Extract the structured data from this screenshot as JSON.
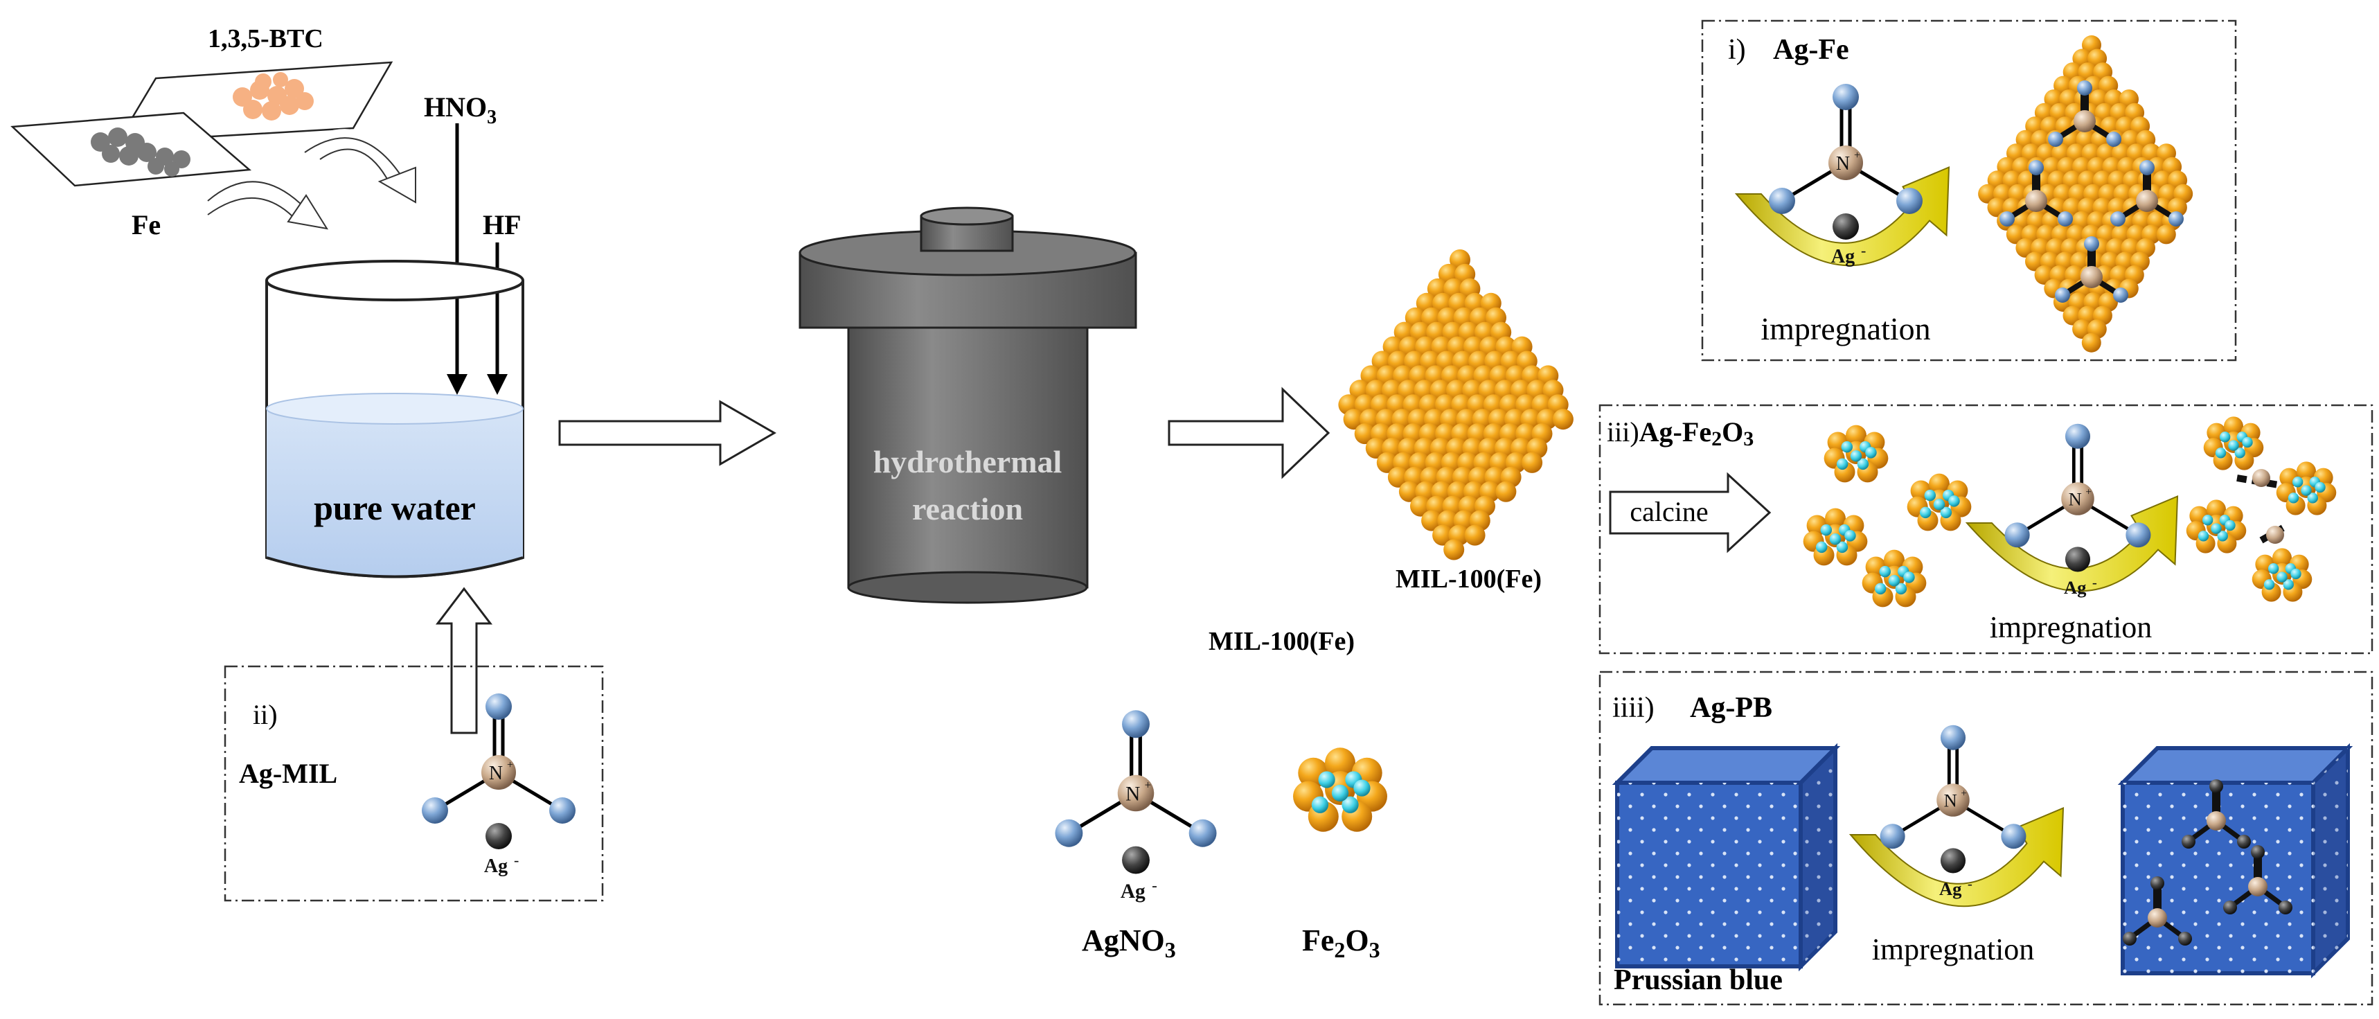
{
  "labels": {
    "btc": "1,3,5-BTC",
    "fe": "Fe",
    "hno3_main": "HNO",
    "hno3_sub": "3",
    "hf": "HF",
    "pure_water": "pure water",
    "hydrothermal_1": "hydrothermal",
    "hydrothermal_2": "reaction",
    "mil_product": "MIL-100(Fe)",
    "mil_legend": "MIL-100(Fe)",
    "agno3_main": "AgNO",
    "agno3_sub": "3",
    "fe2o3_a": "Fe",
    "fe2o3_b": "2",
    "fe2o3_c": "O",
    "fe2o3_d": "3"
  },
  "panels": {
    "ag_mil": {
      "num": "ii)",
      "title": "Ag-MIL"
    },
    "ag_fe": {
      "num": "i)",
      "title": "Ag-Fe",
      "step": "impregnation"
    },
    "ag_fe2o3": {
      "num": "iii)",
      "title_a": "Ag-Fe",
      "title_b": "2",
      "title_c": "O",
      "title_d": "3",
      "calcine": "calcine",
      "step": "impregnation"
    },
    "ag_pb": {
      "num": "iiii)",
      "title": "Ag-PB",
      "cube": "Prussian blue",
      "step": "impregnation"
    }
  },
  "molecule": {
    "n": "N",
    "n_charge": "+",
    "ag": "Ag",
    "ag_charge": "-"
  },
  "colors": {
    "orange": "#f2a312",
    "blue_sphere": "#7fa7d6",
    "n_sphere": "#c9a98a",
    "ag_sphere": "#444444",
    "water": "#c9dbf2",
    "autoclave": "#6b6b6b",
    "prussian": "#2e59b5",
    "cyan": "#3fd0e6",
    "arrow_yellow": "#f0e81a"
  }
}
